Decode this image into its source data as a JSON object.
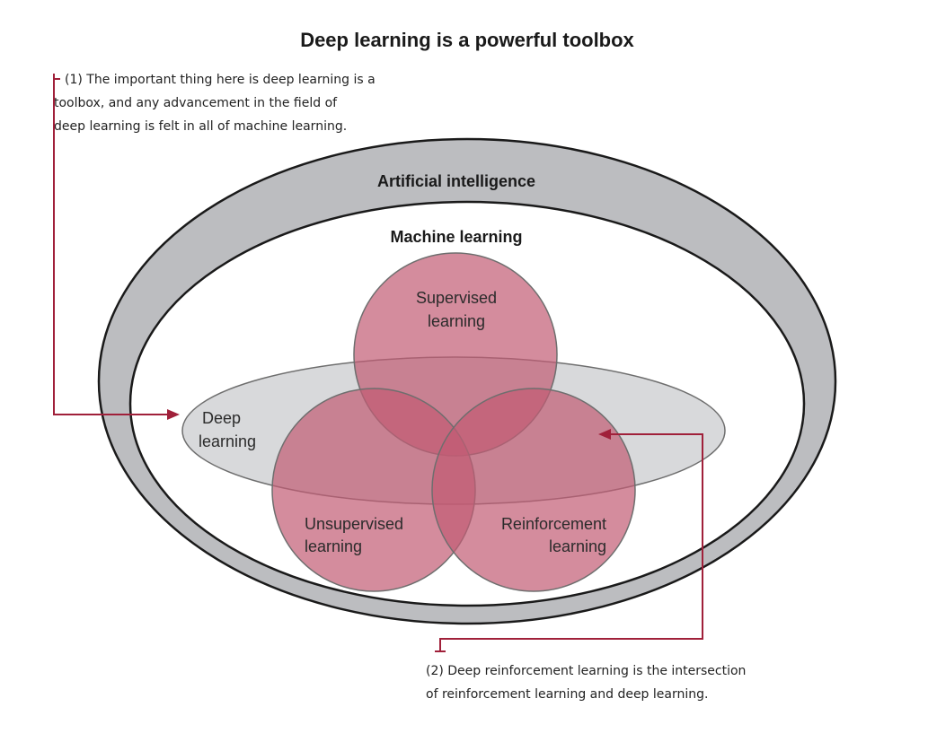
{
  "title": "Deep learning is a powerful toolbox",
  "regions": {
    "ai": "Artificial intelligence",
    "ml": "Machine learning",
    "dl": [
      "Deep",
      "learning"
    ],
    "supervised": [
      "Supervised",
      "learning"
    ],
    "unsupervised": [
      "Unsupervised",
      "learning"
    ],
    "reinforcement": [
      "Reinforcement",
      "learning"
    ]
  },
  "annotations": {
    "note1": [
      "(1) The important thing here is deep learning is a",
      "toolbox, and any advancement in the field of",
      "deep learning is felt in all of machine learning."
    ],
    "note2": [
      "(2) Deep reinforcement learning is the intersection",
      "of reinforcement learning and deep learning."
    ]
  },
  "colors": {
    "ai_ring": "#bcbdc0",
    "ml_fill": "#ffffff",
    "dl_fill": "#c8c9cc",
    "circle_fill": "#c25b74",
    "circle_stroke": "#6e6e6e",
    "arrow": "#a0203a",
    "outline": "#1a1a1a"
  }
}
